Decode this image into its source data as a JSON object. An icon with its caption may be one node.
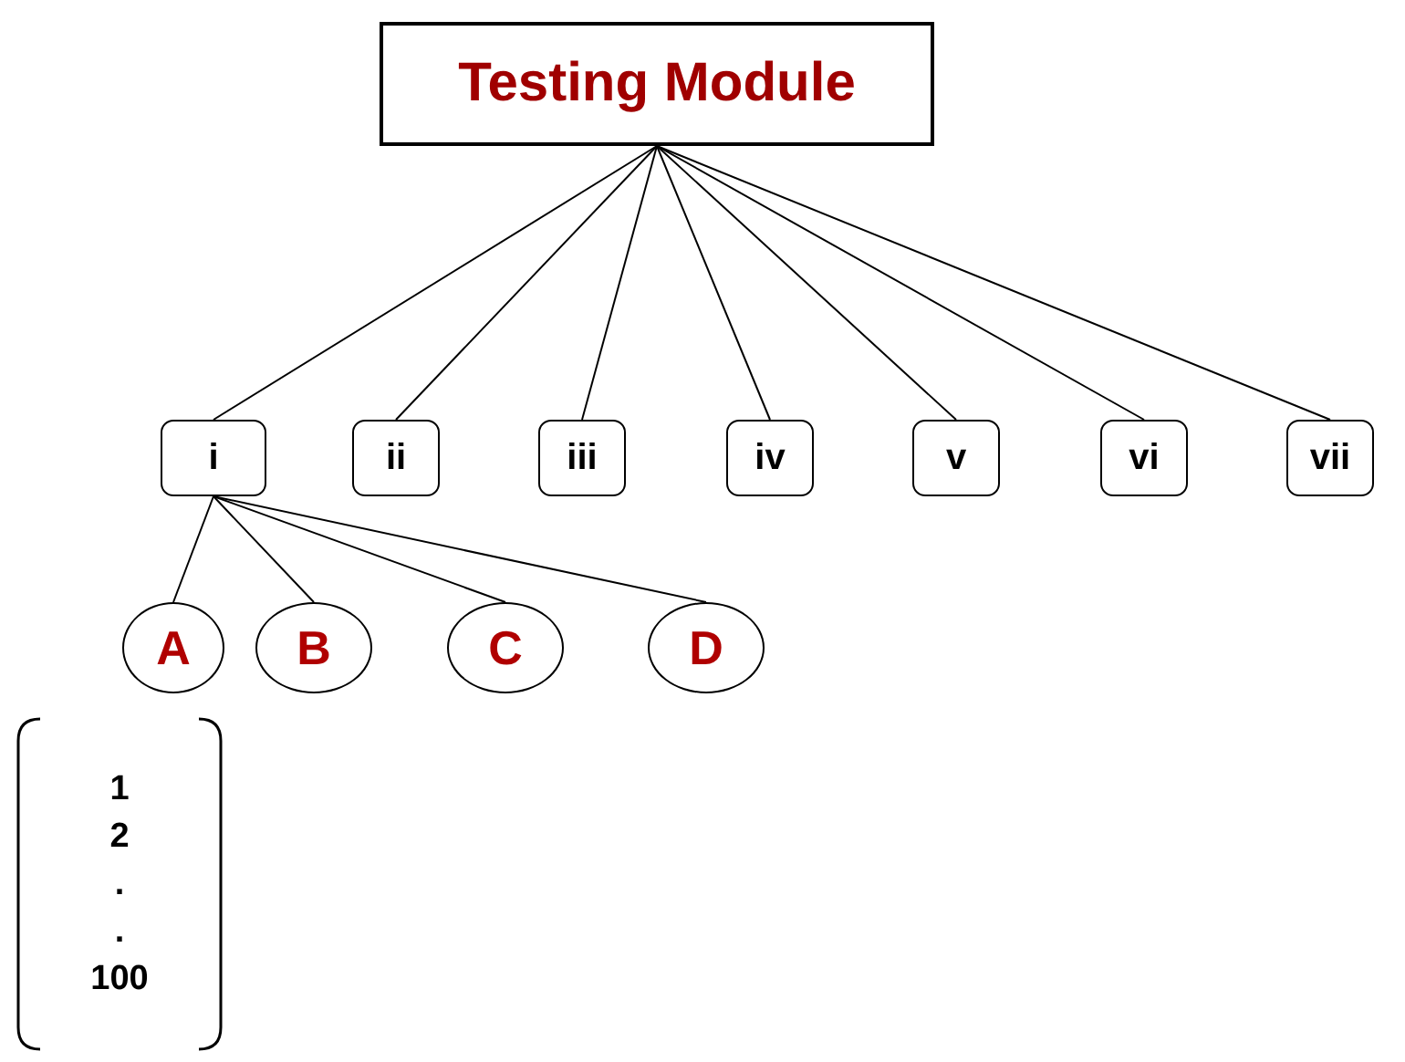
{
  "diagram": {
    "nodes": [
      {
        "text": [
          "Testing Module"
        ]
      },
      {
        "text": [
          "i"
        ]
      },
      {
        "text": [
          "ii"
        ]
      },
      {
        "text": [
          "iii"
        ]
      },
      {
        "text": [
          "iv"
        ]
      },
      {
        "text": [
          "v"
        ]
      },
      {
        "text": [
          "vi"
        ]
      },
      {
        "text": [
          "vii"
        ]
      },
      {
        "text": [
          "A"
        ]
      },
      {
        "text": [
          "B"
        ]
      },
      {
        "text": [
          "C"
        ]
      },
      {
        "text": [
          "D"
        ]
      },
      {
        "text": [
          "1",
          "2",
          ".",
          ".",
          "100"
        ]
      }
    ],
    "edges": [
      {
        "from": 0,
        "to": 1,
        "arrow": "none"
      },
      {
        "from": 0,
        "to": 2,
        "arrow": "none"
      },
      {
        "from": 0,
        "to": 3,
        "arrow": "none"
      },
      {
        "from": 0,
        "to": 4,
        "arrow": "none"
      },
      {
        "from": 0,
        "to": 5,
        "arrow": "none"
      },
      {
        "from": 0,
        "to": 6,
        "arrow": "none"
      },
      {
        "from": 0,
        "to": 7,
        "arrow": "none"
      },
      {
        "from": 1,
        "to": 8,
        "arrow": "none"
      },
      {
        "from": 1,
        "to": 9,
        "arrow": "none"
      },
      {
        "from": 1,
        "to": 10,
        "arrow": "none"
      },
      {
        "from": 1,
        "to": 11,
        "arrow": "none"
      }
    ]
  }
}
